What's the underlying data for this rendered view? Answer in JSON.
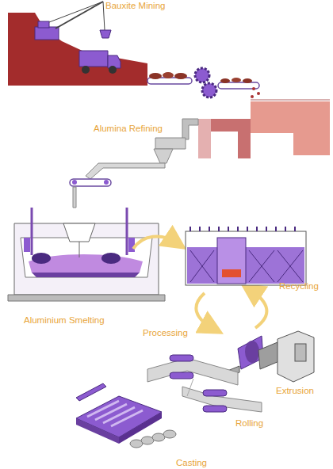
{
  "diagram": {
    "labels": [
      "Bauxite Mining",
      "Alumina Refining",
      "Aluminium Smelting",
      "Recycling",
      "Processing",
      "Extrusion",
      "Rolling",
      "Casting"
    ]
  }
}
